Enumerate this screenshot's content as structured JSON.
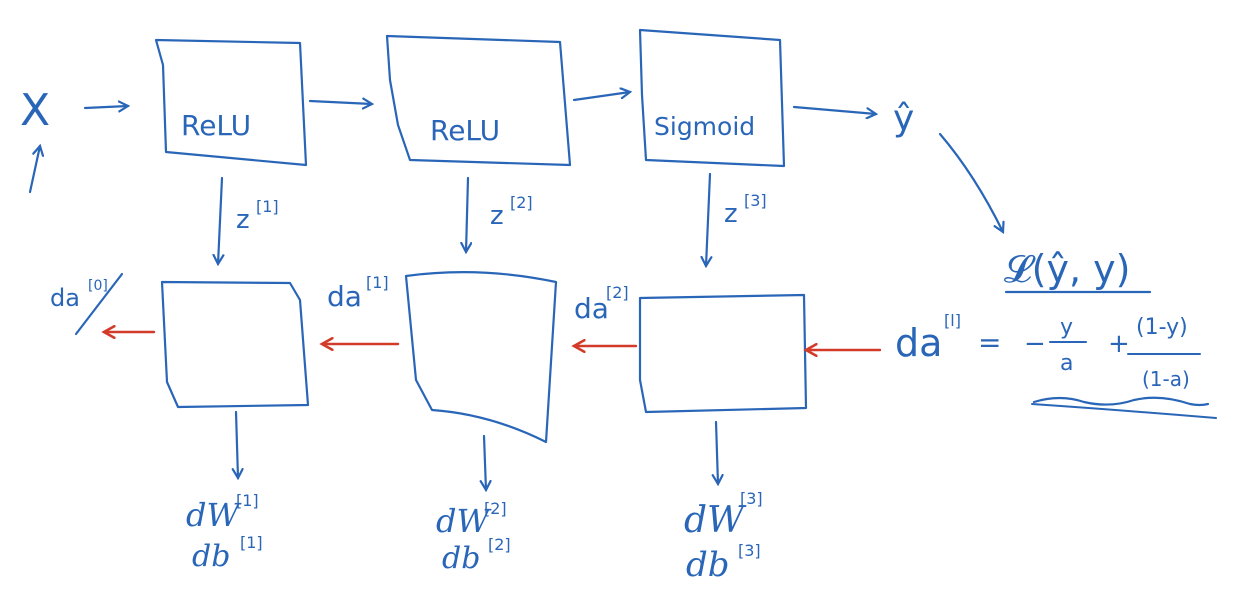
{
  "colors": {
    "ink": "#2a66b8",
    "backward_arrow": "#d23a2a",
    "background": "#ffffff"
  },
  "forward": {
    "input": "X",
    "layer1_activation": "ReLU",
    "layer2_activation": "ReLU",
    "layer3_activation": "Sigmoid",
    "output": "ŷ",
    "cache1_base": "z",
    "cache1_sup": "[1]",
    "cache2_base": "z",
    "cache2_sup": "[2]",
    "cache3_base": "z",
    "cache3_sup": "[3]"
  },
  "loss": {
    "label": "𝓛(ŷ, y)"
  },
  "backward": {
    "da0_base": "da",
    "da0_sup": "[0]",
    "da1_base": "da",
    "da1_sup": "[1]",
    "da2_base": "da",
    "da2_sup": "[2]",
    "da_out_base": "da",
    "da_out_sup": "[l]",
    "eq_sign": "=",
    "minus": "−",
    "plus": "+",
    "frac1_num": "y",
    "frac1_den": "a",
    "frac2_num": "(1-y)",
    "frac2_den": "(1-a)"
  },
  "gradients": {
    "g1_dw": "dW",
    "g1_dw_sup": "[1]",
    "g1_db": "db",
    "g1_db_sup": "[1]",
    "g2_dw": "dW",
    "g2_dw_sup": "[2]",
    "g2_db": "db",
    "g2_db_sup": "[2]",
    "g3_dw": "dW",
    "g3_dw_sup": "[3]",
    "g3_db": "db",
    "g3_db_sup": "[3]"
  }
}
